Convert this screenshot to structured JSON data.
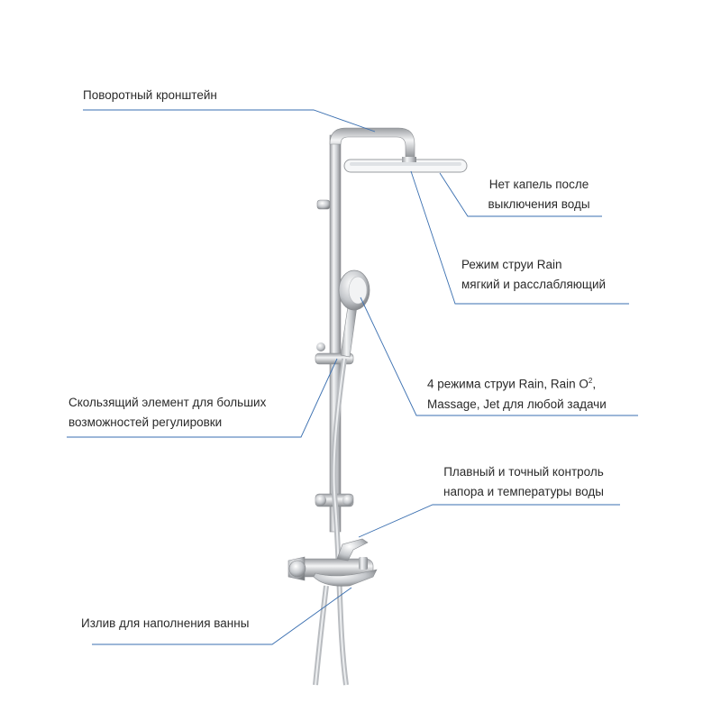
{
  "callouts": {
    "swivel": {
      "lines": [
        "Поворотный кронштейн"
      ]
    },
    "no_drip": {
      "lines": [
        "Нет капель после",
        "выключения воды"
      ]
    },
    "rain_mode": {
      "lines": [
        "Режим струи Rain",
        "мягкий и расслабляющий"
      ]
    },
    "hand_modes": {
      "lines": [
        "4 режима струи Rain, Rain O",
        "Massage, Jet для любой задачи"
      ],
      "superscript": "2",
      "suffix": ","
    },
    "slider": {
      "lines": [
        "Скользящий элемент для больших",
        "возможностей регулировки"
      ]
    },
    "control": {
      "lines": [
        "Плавный и точный контроль",
        "напора и температуры воды"
      ]
    },
    "spout": {
      "lines": [
        "Излив для наполнения ванны"
      ]
    }
  },
  "colors": {
    "leader_line": "#3a6fb0",
    "chrome_dark": "#8a8d91",
    "chrome_light": "#eef0f2"
  }
}
